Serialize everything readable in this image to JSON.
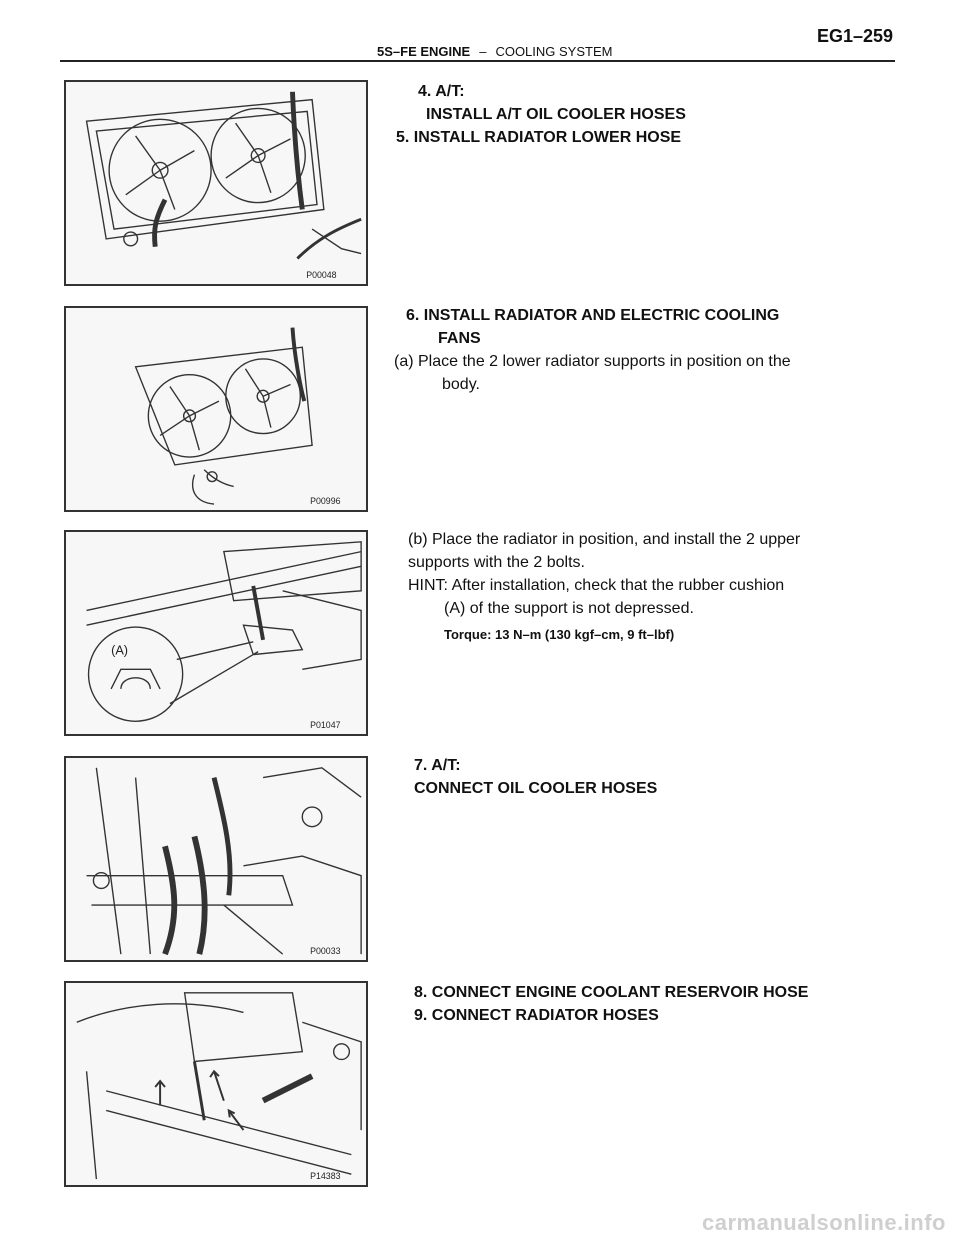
{
  "header": {
    "engine": "5S–FE ENGINE",
    "dash": "–",
    "section": "COOLING SYSTEM",
    "page": "EG1–259"
  },
  "figures": [
    {
      "code": "P00048"
    },
    {
      "code": "P00996"
    },
    {
      "code": "P01047",
      "callout": "(A)"
    },
    {
      "code": "P00033"
    },
    {
      "code": "P14383"
    }
  ],
  "steps": {
    "s4_line1": "4. A/T:",
    "s4_line2": "INSTALL A/T OIL COOLER HOSES",
    "s5": "5. INSTALL RADIATOR LOWER HOSE",
    "s6_line1": "6. INSTALL RADIATOR AND ELECTRIC COOLING",
    "s6_line2": "FANS",
    "s6a_line1": "(a) Place the 2 lower radiator supports in position on the",
    "s6a_line2": "body.",
    "s6b_line1": "(b) Place the radiator in position, and install the 2 upper",
    "s6b_line2": "supports with the 2 bolts.",
    "hint_line1": "HINT: After installation, check that the rubber cushion",
    "hint_line2": "(A) of the support is not depressed.",
    "torque": "Torque: 13 N–m (130 kgf–cm, 9 ft–lbf)",
    "s7_line1": "7. A/T:",
    "s7_line2": "CONNECT OIL COOLER HOSES",
    "s8": "8. CONNECT ENGINE COOLANT RESERVOIR HOSE",
    "s9": "9. CONNECT RADIATOR HOSES"
  },
  "watermark": "carmanualsonline.info"
}
